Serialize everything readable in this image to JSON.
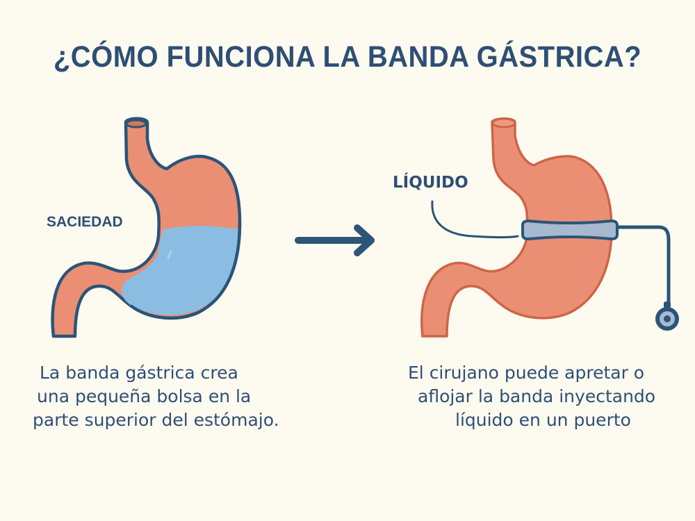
{
  "title": "¿CÓMO FUNCIONA LA BANDA GÁSTRICA?",
  "left_panel": {
    "label": "SACIEDAD",
    "caption_lines": [
      "La banda gástrica crea",
      "una pequeña bolsa en la",
      "parte superior del estómajo."
    ]
  },
  "arrow": {
    "icon": "right-arrow-icon"
  },
  "right_panel": {
    "label": "LÍQUIDO",
    "caption_lines": [
      "El cirujano puede apretar o",
      "aflojar la banda inyectando",
      "líquido en un puerto"
    ]
  },
  "colors": {
    "background": "#fdfaf0",
    "text_navy": "#2e4f75",
    "stomach_fill": "#ea8f74",
    "stomach_outline_left": "#2b5478",
    "stomach_outline_right": "#cf6447",
    "liquid": "#8bbde3",
    "band": "#a7b9cf",
    "port_ring": "#2b5478"
  }
}
